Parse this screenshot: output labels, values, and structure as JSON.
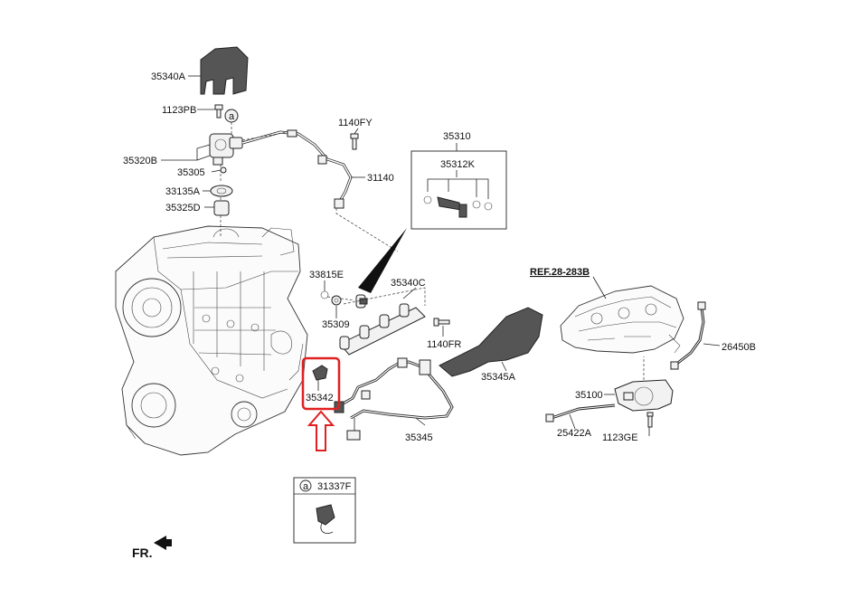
{
  "diagram": {
    "callouts": {
      "p35340A": "35340A",
      "p1123PB": "1123PB",
      "p35320B": "35320B",
      "p35305": "35305",
      "p33135A": "33135A",
      "p35325D": "35325D",
      "p1140FY": "1140FY",
      "p31140": "31140",
      "p35310": "35310",
      "p35312K": "35312K",
      "p33815E": "33815E",
      "p35340C": "35340C",
      "p35309": "35309",
      "p1140FR": "1140FR",
      "p35342": "35342",
      "p35345A": "35345A",
      "p35345": "35345",
      "ref": "REF.28-283B",
      "p26450B": "26450B",
      "p35100": "35100",
      "p25422A": "25422A",
      "p1123GE": "1123GE",
      "p31337F": "31337F",
      "circle_a": "a",
      "circle_a2": "a",
      "front": "FR."
    },
    "highlight_color": "#e02020"
  }
}
